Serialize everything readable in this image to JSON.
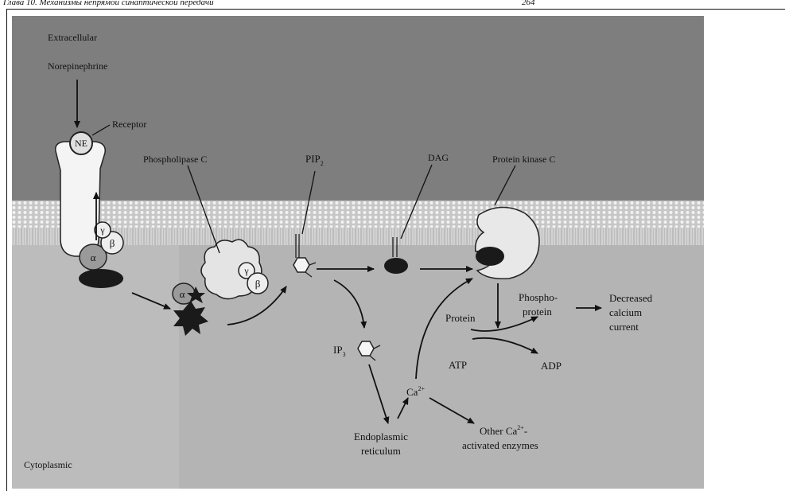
{
  "page_header": {
    "title": "Глава 10. Механизмы непрямой синаптической передачи",
    "page_number": "264"
  },
  "figure": {
    "extracellular": "Extracellular",
    "norepinephrine": "Norepinephrine",
    "ne": "NE",
    "receptor": "Receptor",
    "phospholipase_c": "Phospholipase C",
    "pip2_main": "PIP",
    "pip2_sub": "2",
    "dag": "DAG",
    "protein_kinase_c": "Protein kinase C",
    "ip3_main": "IP",
    "ip3_sub": "3",
    "ca_main": "Ca",
    "ca_sup": "2+",
    "endoplasmic": "Endoplasmic",
    "reticulum": "reticulum",
    "protein": "Protein",
    "atp": "ATP",
    "adp": "ADP",
    "phospho": "Phospho-",
    "phospho_protein": "protein",
    "decreased": "Decreased",
    "calcium": "calcium",
    "current": "current",
    "other_ca_main": "Other Ca",
    "other_ca_sup": "2+",
    "other_ca_dash": "-",
    "activated_enzymes": "activated enzymes",
    "cytoplasmic": "Cytoplasmic",
    "alpha": "α",
    "beta": "β",
    "gamma": "γ"
  }
}
